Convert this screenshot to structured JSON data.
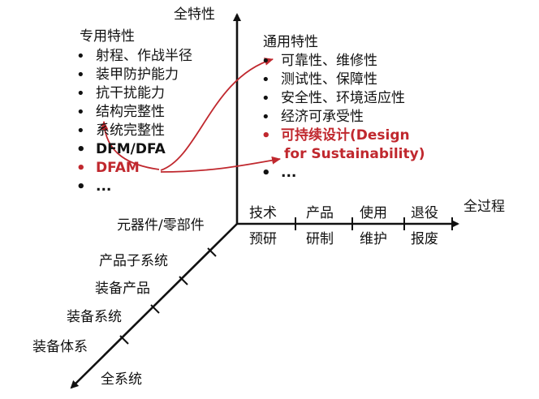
{
  "axes": {
    "vertical": "全特性",
    "horizontal": "全过程",
    "diagonal": "全系统"
  },
  "colors": {
    "ink": "#111111",
    "accent": "#c0282e"
  },
  "special": {
    "title": "专用特性",
    "items": [
      "射程、作战半径",
      "装甲防护能力",
      "抗干扰能力",
      "结构完整性",
      "系统完整性",
      "DFM/DFA",
      "DFAM",
      "..."
    ]
  },
  "general": {
    "title": "通用特性",
    "items": [
      "可靠性、维修性",
      "测试性、保障性",
      "安全性、环境适应性",
      "经济可承受性",
      "可持续设计(Design",
      "for Sustainability)",
      "..."
    ]
  },
  "process": {
    "stages": [
      {
        "top": "技术",
        "bottom": "预研"
      },
      {
        "top": "产品",
        "bottom": "研制"
      },
      {
        "top": "使用",
        "bottom": "维护"
      },
      {
        "top": "退役",
        "bottom": "报废"
      }
    ]
  },
  "system": {
    "levels": [
      "元器件/零部件",
      "产品子系统",
      "装备产品",
      "装备系统",
      "装备体系"
    ]
  }
}
